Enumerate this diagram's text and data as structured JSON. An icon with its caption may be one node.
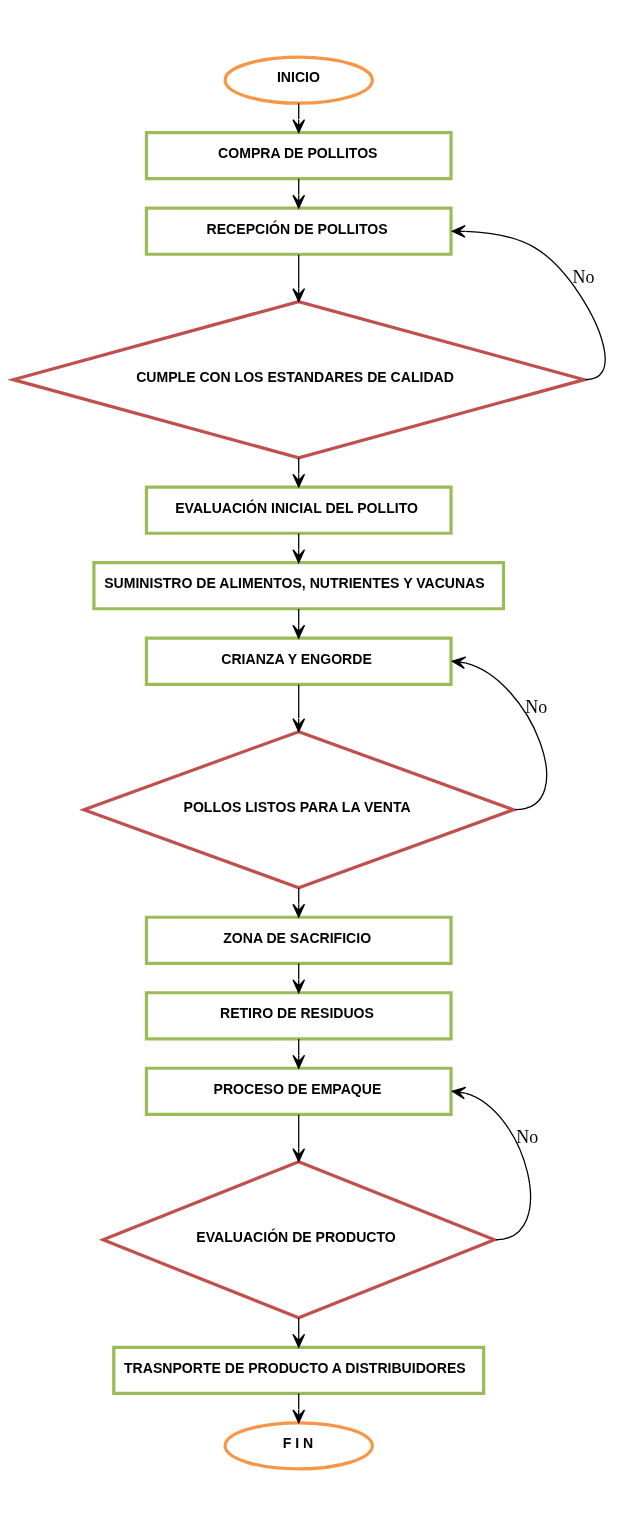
{
  "diagram": {
    "nodes": [
      {
        "text": [
          "INICIO"
        ]
      },
      {
        "text": [
          "COMPRA DE POLLITOS"
        ]
      },
      {
        "text": [
          "RECEPCIÓN DE POLLITOS"
        ]
      },
      {
        "text": [
          "CUMPLE CON LOS ESTANDARES DE CALIDAD"
        ]
      },
      {
        "text": [
          "EVALUACIÓN INICIAL DEL POLLITO"
        ]
      },
      {
        "text": [
          "SUMINISTRO DE ALIMENTOS, NUTRIENTES Y VACUNAS"
        ]
      },
      {
        "text": [
          "CRIANZA Y ENGORDE"
        ]
      },
      {
        "text": [
          "POLLOS LISTOS PARA LA VENTA"
        ]
      },
      {
        "text": [
          "ZONA DE SACRIFICIO"
        ]
      },
      {
        "text": [
          "RETIRO DE RESIDUOS"
        ]
      },
      {
        "text": [
          "PROCESO DE EMPAQUE"
        ]
      },
      {
        "text": [
          "EVALUACIÓN DE PRODUCTO"
        ]
      },
      {
        "text": [
          "TRASNPORTE DE PRODUCTO A DISTRIBUIDORES"
        ]
      },
      {
        "text": [
          "F I N"
        ]
      }
    ],
    "edges": [
      {
        "from": 0,
        "to": 1,
        "arrow": "to"
      },
      {
        "from": 1,
        "to": 2,
        "arrow": "to"
      },
      {
        "from": 2,
        "to": 3,
        "arrow": "to"
      },
      {
        "from": 3,
        "to": 4,
        "arrow": "to"
      },
      {
        "from": 3,
        "to": 2,
        "arrow": "to",
        "label": "No"
      },
      {
        "from": 4,
        "to": 5,
        "arrow": "to"
      },
      {
        "from": 5,
        "to": 6,
        "arrow": "to"
      },
      {
        "from": 6,
        "to": 7,
        "arrow": "to"
      },
      {
        "from": 7,
        "to": 6,
        "arrow": "to",
        "label": "No"
      },
      {
        "from": 7,
        "to": 8,
        "arrow": "to"
      },
      {
        "from": 8,
        "to": 9,
        "arrow": "to"
      },
      {
        "from": 9,
        "to": 10,
        "arrow": "to"
      },
      {
        "from": 10,
        "to": 11,
        "arrow": "to"
      },
      {
        "from": 11,
        "to": 10,
        "arrow": "to",
        "label": "No"
      },
      {
        "from": 11,
        "to": 12,
        "arrow": "to"
      },
      {
        "from": 12,
        "to": 13,
        "arrow": "to"
      }
    ]
  }
}
